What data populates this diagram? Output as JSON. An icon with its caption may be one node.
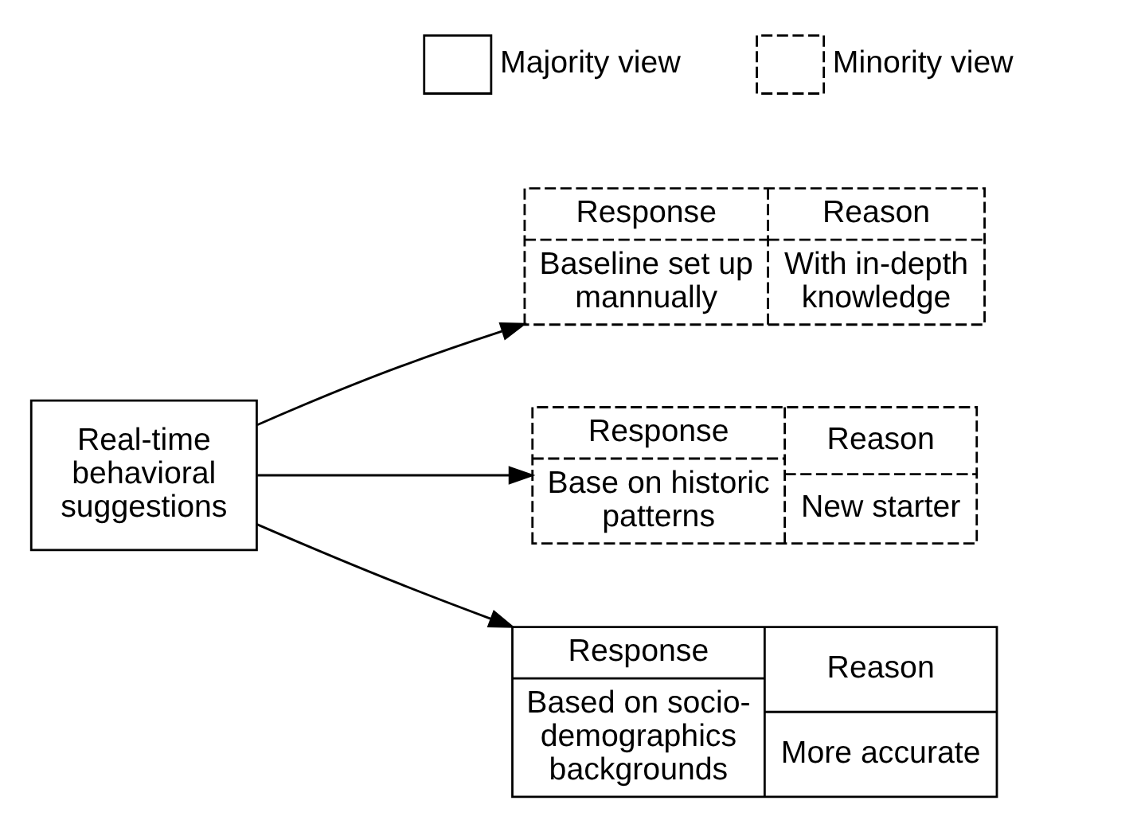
{
  "diagram": {
    "nodes": [
      {
        "text": [
          "Real-time behavioral suggestions"
        ]
      },
      {
        "text": [
          "Response",
          "Reason",
          "Baseline set up mannually",
          "With in-depth knowledge"
        ]
      },
      {
        "text": [
          "Response",
          "Reason",
          "Base on historic patterns",
          "New starter"
        ]
      },
      {
        "text": [
          "Response",
          "Reason",
          "Based on socio-demographics backgrounds",
          "More accurate"
        ]
      }
    ],
    "edges": [
      {
        "from": 0,
        "to": 1,
        "arrow": "to"
      },
      {
        "from": 0,
        "to": 2,
        "arrow": "to"
      },
      {
        "from": 0,
        "to": 3,
        "arrow": "to"
      }
    ],
    "legend": [
      {
        "text": "Majority view"
      },
      {
        "text": "Minority view"
      }
    ]
  }
}
